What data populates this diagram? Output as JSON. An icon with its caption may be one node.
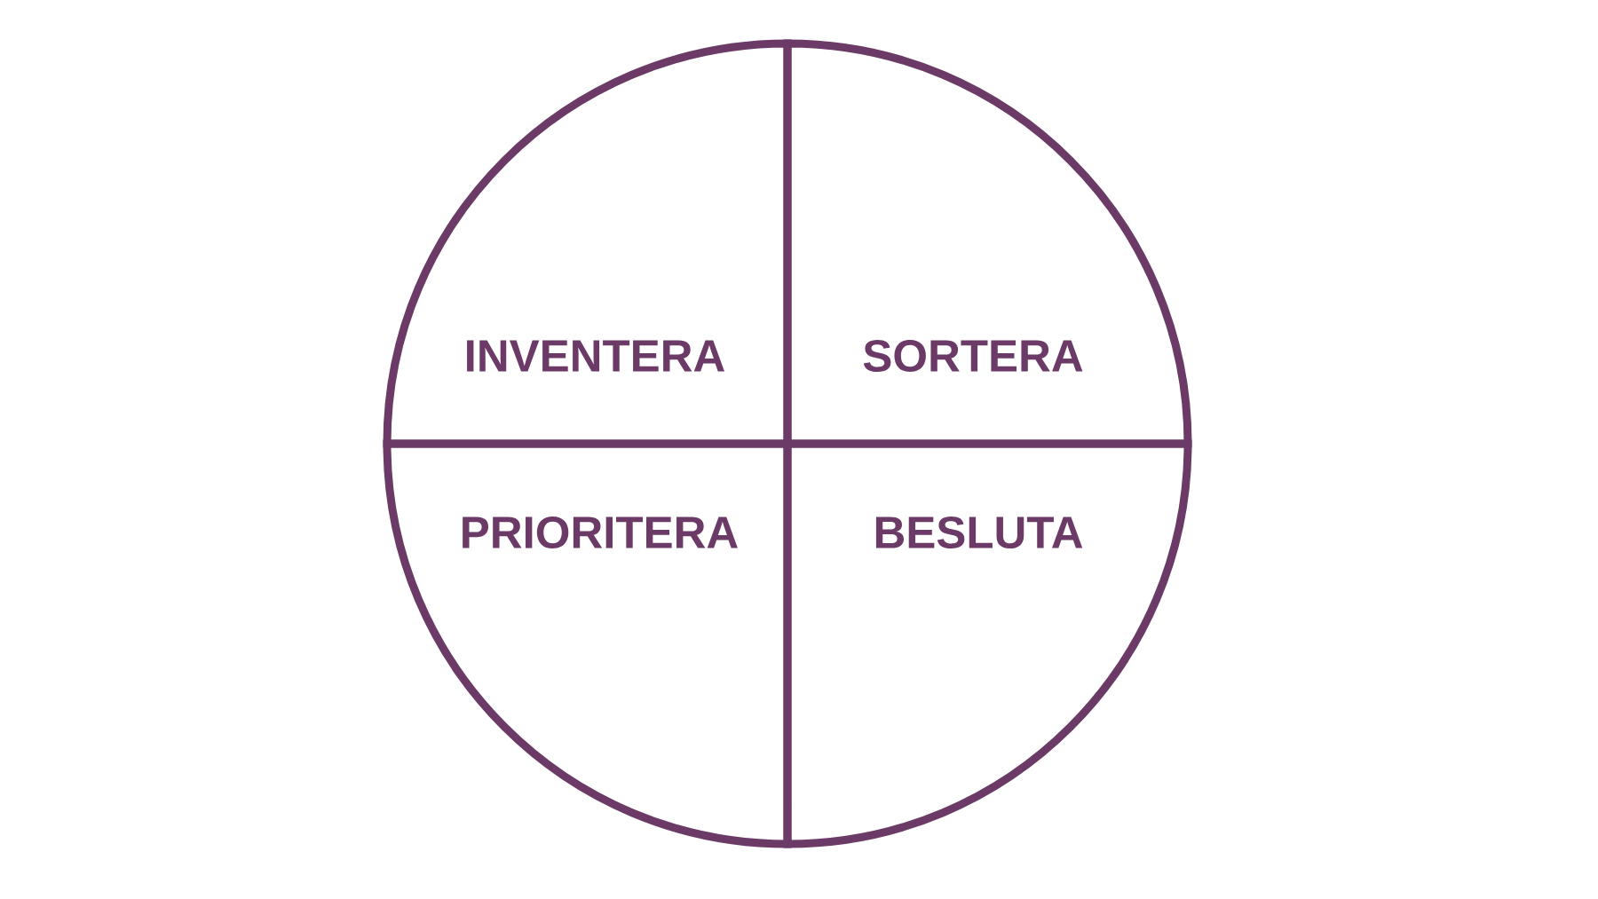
{
  "diagram": {
    "nodes": [
      {
        "text": [
          "INVENTERA"
        ]
      },
      {
        "text": [
          "SORTERA"
        ]
      },
      {
        "text": [
          "PRIORITERA"
        ]
      },
      {
        "text": [
          "BESLUTA"
        ]
      }
    ]
  }
}
